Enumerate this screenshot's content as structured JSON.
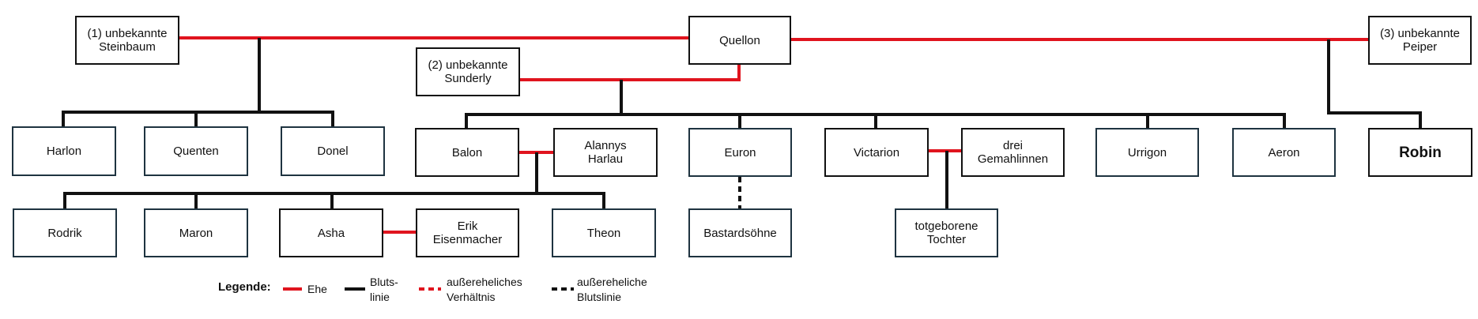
{
  "nodes": [
    {
      "id": "steinbaum",
      "label": "(1) unbekannte\nSteinbaum",
      "style": "dark"
    },
    {
      "id": "quellon",
      "label": "Quellon",
      "style": "dark"
    },
    {
      "id": "peiper",
      "label": "(3) unbekannte\nPeiper",
      "style": "dark"
    },
    {
      "id": "sunderly",
      "label": "(2) unbekannte\nSunderly",
      "style": "dark"
    },
    {
      "id": "harlon",
      "label": "Harlon",
      "style": "blue"
    },
    {
      "id": "quenten",
      "label": "Quenten",
      "style": "blue"
    },
    {
      "id": "donel",
      "label": "Donel",
      "style": "blue"
    },
    {
      "id": "balon",
      "label": "Balon",
      "style": "dark"
    },
    {
      "id": "alannys",
      "label": "Alannys\nHarlau",
      "style": "dark"
    },
    {
      "id": "euron",
      "label": "Euron",
      "style": "blue"
    },
    {
      "id": "victarion",
      "label": "Victarion",
      "style": "dark"
    },
    {
      "id": "gemahlinnen",
      "label": "drei\nGemahlinnen",
      "style": "dark"
    },
    {
      "id": "urrigon",
      "label": "Urrigon",
      "style": "blue"
    },
    {
      "id": "aeron",
      "label": "Aeron",
      "style": "blue"
    },
    {
      "id": "robin",
      "label": "Robin",
      "style": "bold"
    },
    {
      "id": "rodrik",
      "label": "Rodrik",
      "style": "blue"
    },
    {
      "id": "maron",
      "label": "Maron",
      "style": "blue"
    },
    {
      "id": "asha",
      "label": "Asha",
      "style": "dark"
    },
    {
      "id": "erik",
      "label": "Erik\nEisenmacher",
      "style": "dark"
    },
    {
      "id": "theon",
      "label": "Theon",
      "style": "blue"
    },
    {
      "id": "bastards",
      "label": "Bastardsöhne",
      "style": "blue"
    },
    {
      "id": "totgeboren",
      "label": "totgeborene\nTochter",
      "style": "blue"
    }
  ],
  "relations": {
    "marriages": [
      [
        "steinbaum",
        "quellon"
      ],
      [
        "quellon",
        "peiper"
      ],
      [
        "sunderly",
        "quellon"
      ],
      [
        "balon",
        "alannys"
      ],
      [
        "victarion",
        "gemahlinnen"
      ],
      [
        "asha",
        "erik"
      ]
    ],
    "bloodlines": [
      {
        "parents": [
          "steinbaum",
          "quellon"
        ],
        "children": [
          "harlon",
          "quenten",
          "donel"
        ]
      },
      {
        "parents": [
          "sunderly",
          "quellon"
        ],
        "children": [
          "balon",
          "euron",
          "victarion",
          "urrigon",
          "aeron"
        ]
      },
      {
        "parents": [
          "quellon",
          "peiper"
        ],
        "children": [
          "robin"
        ]
      },
      {
        "parents": [
          "balon",
          "alannys"
        ],
        "children": [
          "rodrik",
          "maron",
          "asha",
          "theon"
        ]
      },
      {
        "parents": [
          "victarion",
          "gemahlinnen"
        ],
        "children": [
          "totgeboren"
        ]
      }
    ],
    "illegitimate_bloodlines": [
      {
        "parent": "euron",
        "child": "bastards"
      }
    ]
  },
  "legend": {
    "title": "Legende:",
    "items": [
      {
        "label": "Ehe",
        "color": "#e0141e",
        "dash": false
      },
      {
        "label": "Bluts-\nlinie",
        "color": "#111111",
        "dash": false
      },
      {
        "label": "außereheliches\nVerhältnis",
        "color": "#e0141e",
        "dash": true
      },
      {
        "label": "außereheliche\nBlutslinie",
        "color": "#111111",
        "dash": true
      }
    ]
  },
  "colors": {
    "marriage": "#e0141e",
    "blood": "#111111",
    "box_border_blue": "#1e3340"
  }
}
